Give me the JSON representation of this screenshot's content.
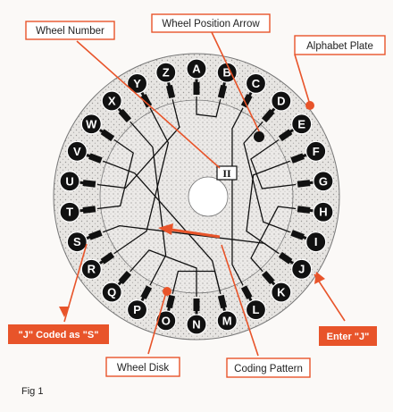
{
  "wheel": {
    "letters": [
      "A",
      "B",
      "C",
      "D",
      "E",
      "F",
      "G",
      "H",
      "I",
      "J",
      "K",
      "L",
      "M",
      "N",
      "O",
      "P",
      "Q",
      "R",
      "S",
      "T",
      "U",
      "V",
      "W",
      "X",
      "Y",
      "Z"
    ],
    "wheel_number": "II"
  },
  "labels": {
    "wheel_number": "Wheel Number",
    "wheel_position_arrow": "Wheel Position Arrow",
    "alphabet_plate": "Alphabet Plate",
    "j_coded_as_s": "\"J\" Coded as \"S\"",
    "enter_j": "Enter \"J\"",
    "wheel_disk": "Wheel Disk",
    "coding_pattern": "Coding Pattern"
  },
  "figure_label": "Fig 1",
  "colors": {
    "accent": "#e8542a",
    "dark": "#111111",
    "plate": "#e4e2e0"
  }
}
